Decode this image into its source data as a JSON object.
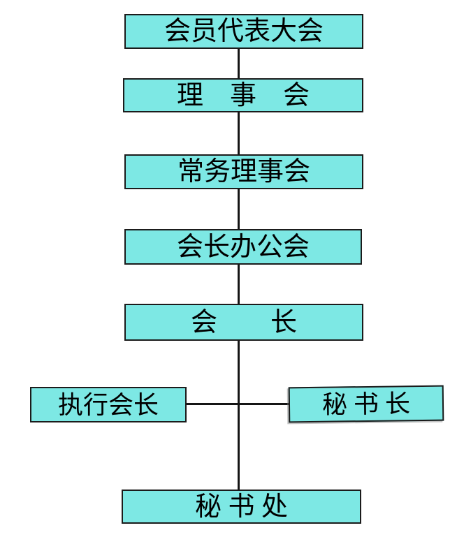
{
  "diagram": {
    "type": "org-chart",
    "background_color": "#ffffff",
    "node_fill_color": "#7de8e4",
    "node_border_color": "#1b1b1b",
    "connector_color": "#151515",
    "text_color": "#000000",
    "nodes": [
      {
        "id": "members-assembly",
        "label": "会员代表大会",
        "level": 1
      },
      {
        "id": "council",
        "label": "理　事　会",
        "level": 2
      },
      {
        "id": "standing-council",
        "label": "常务理事会",
        "level": 3
      },
      {
        "id": "presidents-office",
        "label": "会长办公会",
        "level": 4
      },
      {
        "id": "president",
        "label": "会　　长",
        "level": 5
      },
      {
        "id": "executive-president",
        "label": "执行会长",
        "level": 6,
        "side": "left"
      },
      {
        "id": "secretary-general",
        "label": "秘 书 长",
        "level": 6,
        "side": "right"
      },
      {
        "id": "secretariat",
        "label": "秘 书 处",
        "level": 7
      }
    ],
    "edges": [
      {
        "from": "members-assembly",
        "to": "council"
      },
      {
        "from": "council",
        "to": "standing-council"
      },
      {
        "from": "standing-council",
        "to": "presidents-office"
      },
      {
        "from": "presidents-office",
        "to": "president"
      },
      {
        "from": "president",
        "to": "secretariat"
      },
      {
        "from": "executive-president",
        "to": "spine",
        "type": "horizontal-branch"
      },
      {
        "from": "secretary-general",
        "to": "spine",
        "type": "horizontal-branch"
      }
    ]
  }
}
